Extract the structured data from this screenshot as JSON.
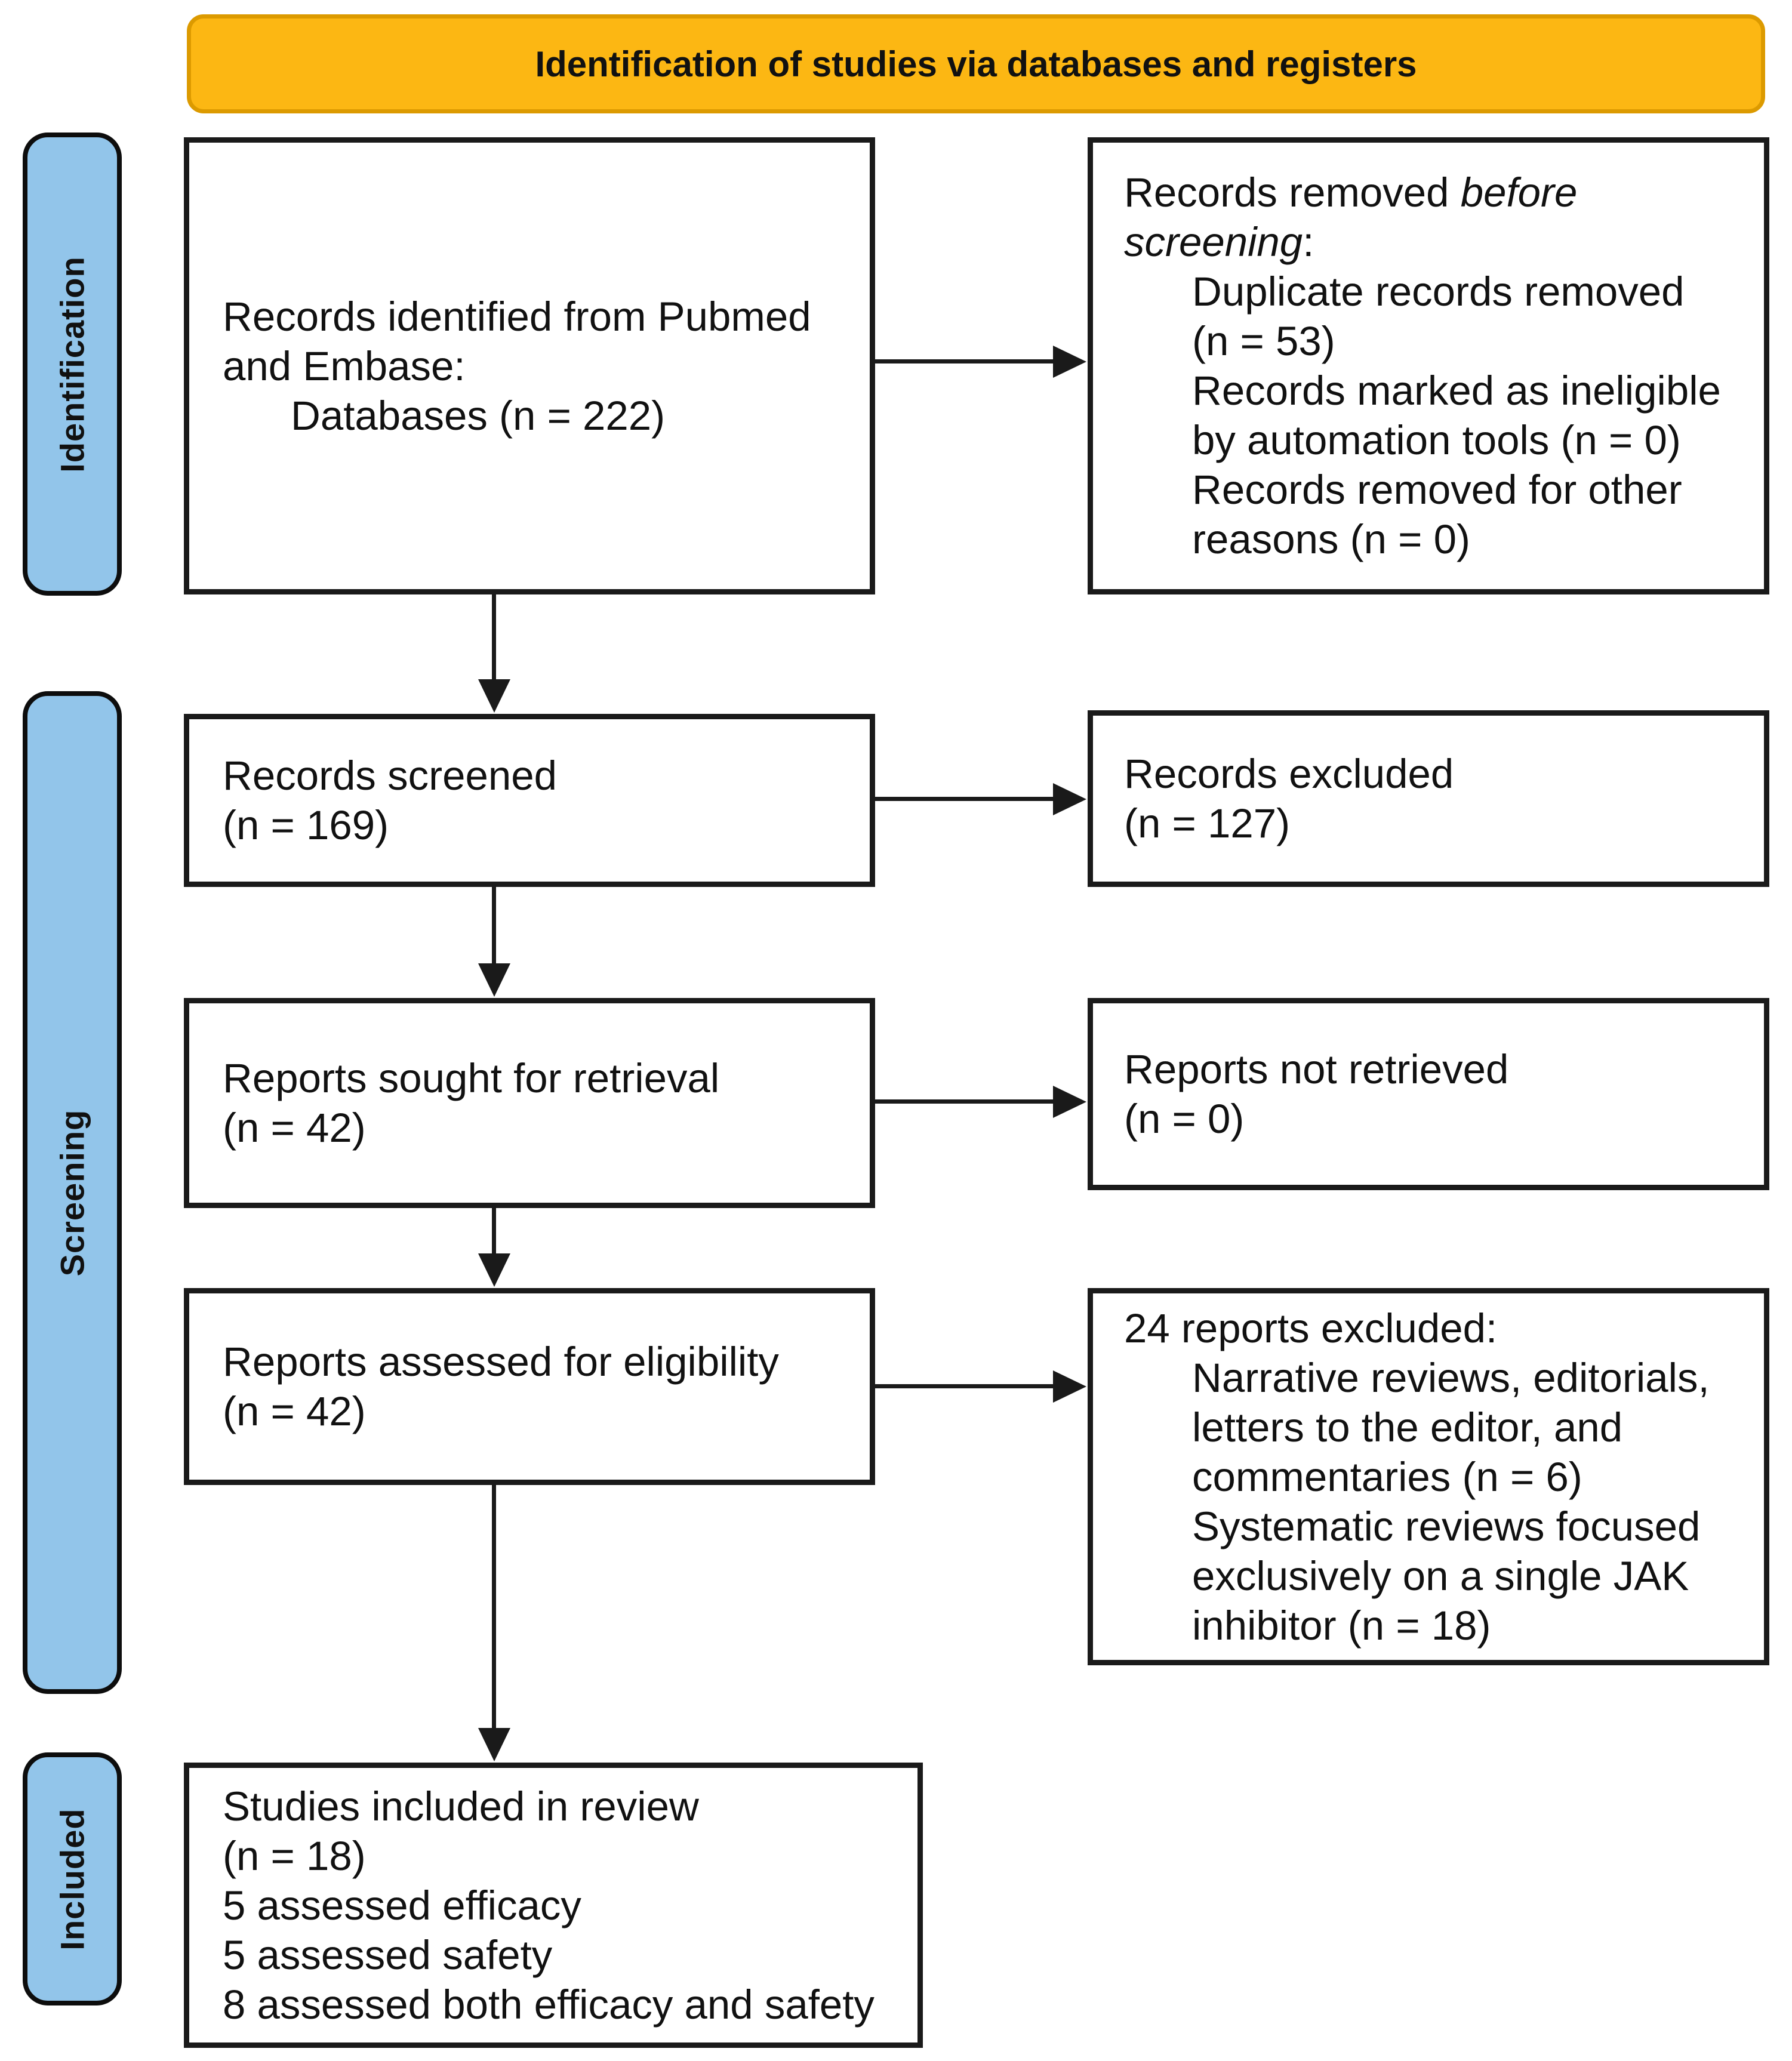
{
  "banner": {
    "title": "Identification of studies via databases and registers"
  },
  "colors": {
    "banner_fill": "#FCB713",
    "banner_border": "#DC9A00",
    "sidebar_fill": "#92C5EA",
    "box_border": "#1A1A1A"
  },
  "sidebar": {
    "identification": "Identification",
    "screening": "Screening",
    "included": "Included"
  },
  "boxes": {
    "identified": {
      "lines": [
        "Records identified from Pubmed",
        "and Embase:"
      ],
      "indented": "Databases (n = 222)"
    },
    "removed": {
      "l1_normal": "Records removed ",
      "l1_italic": "before",
      "l2_italic": "screening",
      "l2_normal": ":",
      "items": [
        "Duplicate records removed",
        "(n = 53)",
        "Records marked as ineligible",
        "by automation tools (n = 0)",
        "Records removed for other",
        "reasons (n = 0)"
      ]
    },
    "screened": {
      "lines": [
        "Records screened",
        "(n = 169)"
      ]
    },
    "excluded": {
      "lines": [
        "Records excluded",
        "(n = 127)"
      ]
    },
    "sought": {
      "lines": [
        "Reports sought for retrieval",
        "(n = 42)"
      ]
    },
    "not_retrieved": {
      "lines": [
        "Reports not retrieved",
        "(n = 0)"
      ]
    },
    "assessed": {
      "lines": [
        "Reports assessed for eligibility",
        "(n = 42)"
      ]
    },
    "reports_excluded": {
      "title": "24 reports excluded:",
      "items": [
        "Narrative reviews, editorials,",
        "letters to the editor, and",
        "commentaries (n = 6)",
        "Systematic reviews focused",
        "exclusively on a single JAK",
        "inhibitor (n = 18)"
      ]
    },
    "included_review": {
      "lines": [
        "Studies included in review",
        "(n = 18)",
        "5 assessed efficacy",
        "5 assessed safety",
        "8 assessed both efficacy and safety"
      ]
    }
  }
}
